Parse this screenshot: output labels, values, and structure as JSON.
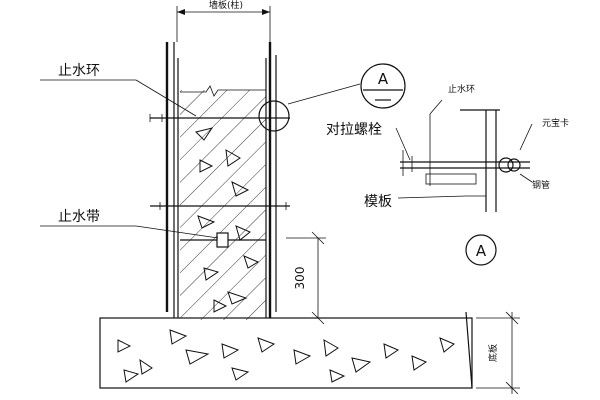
{
  "labels": {
    "wall_thickness": "墙板(柱)",
    "water_stop_ring": "止水环",
    "detail_circle": "A",
    "tie_bolt": "对拉螺栓",
    "water_stop_band": "止水带",
    "formwork": "模板",
    "water_ring_detail": "止水环",
    "nut_clamp": "元宝卡",
    "steel_pipe": "钢管",
    "detail_mark": "A",
    "height_dim": "300",
    "base_label": "底板"
  }
}
